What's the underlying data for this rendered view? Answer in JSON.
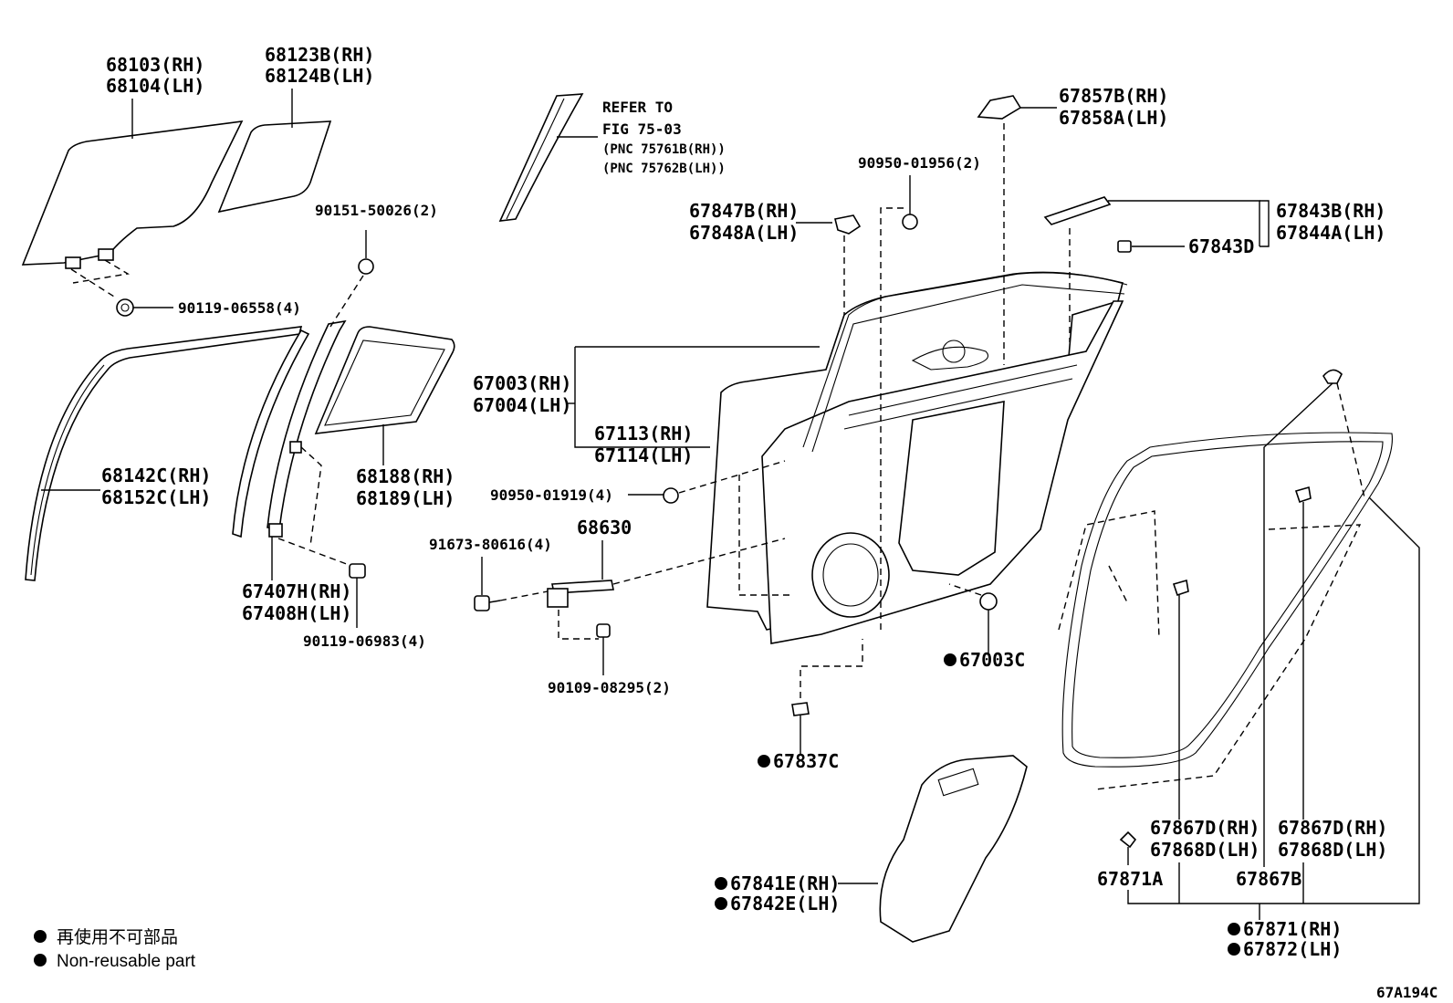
{
  "labels": {
    "p68103_68104": [
      "68103(RH)",
      "68104(LH)"
    ],
    "p68123_68124": [
      "68123B(RH)",
      "68124B(LH)"
    ],
    "refer": [
      "REFER TO",
      "FIG 75-03",
      "(PNC 75761B(RH))",
      "(PNC 75762B(LH))"
    ],
    "p67857_67858": [
      "67857B(RH)",
      "67858A(LH)"
    ],
    "p90950_01956": "90950-01956(2)",
    "p90151_50026": "90151-50026(2)",
    "p67847_67848": [
      "67847B(RH)",
      "67848A(LH)"
    ],
    "p67843_67844": [
      "67843B(RH)",
      "67844A(LH)"
    ],
    "p67843D": "67843D",
    "p90119_06558": "90119-06558(4)",
    "p67003_67004": [
      "67003(RH)",
      "67004(LH)"
    ],
    "p67113_67114": [
      "67113(RH)",
      "67114(LH)"
    ],
    "p68142_68152": [
      "68142C(RH)",
      "68152C(LH)"
    ],
    "p68188_68189": [
      "68188(RH)",
      "68189(LH)"
    ],
    "p90950_01919": "90950-01919(4)",
    "p91673_80616": "91673-80616(4)",
    "p68630": "68630",
    "p67407_67408": [
      "67407H(RH)",
      "67408H(LH)"
    ],
    "p90119_06983": "90119-06983(4)",
    "p67003C": "67003C",
    "p90109_08295": "90109-08295(2)",
    "p67837C": "67837C",
    "p67867D_left": [
      "67867D(RH)",
      "67868D(LH)"
    ],
    "p67867D_right": [
      "67867D(RH)",
      "67868D(LH)"
    ],
    "p67841_67842": [
      "67841E(RH)",
      "67842E(LH)"
    ],
    "p67871A": "67871A",
    "p67867B": "67867B",
    "p67871_67872": [
      "67871(RH)",
      "67872(LH)"
    ]
  },
  "legend": {
    "jp": "再使用不可部品",
    "en": "Non-reusable part"
  },
  "figure_code": "67A194C"
}
